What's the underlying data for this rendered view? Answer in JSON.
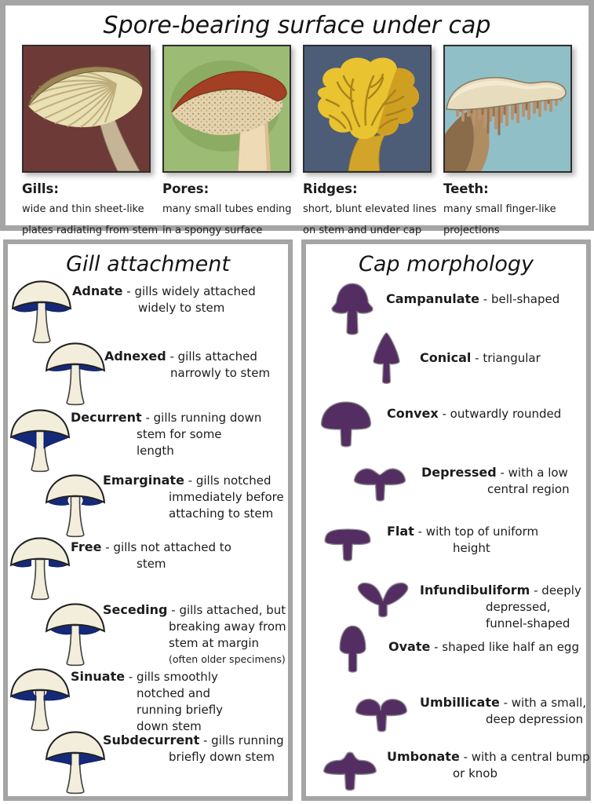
{
  "top_panel": {
    "title": "Spore-bearing surface under cap",
    "items": [
      {
        "term": "Gills:",
        "desc": "wide and thin sheet-like\nplates radiating from stem"
      },
      {
        "term": "Pores:",
        "desc": "many small tubes ending\nin a spongy surface"
      },
      {
        "term": "Ridges:",
        "desc": "short, blunt elevated lines\non stem and under cap"
      },
      {
        "term": "Teeth:",
        "desc": "many small finger-like\nprojections"
      }
    ]
  },
  "gill_attachment": {
    "title": "Gill attachment",
    "items": [
      {
        "term": "Adnate",
        "desc": " - gills widely attached\nwidely to stem"
      },
      {
        "term": "Adnexed",
        "desc": " - gills attached\nnarrowly to stem"
      },
      {
        "term": "Decurrent",
        "desc": " - gills running down\nstem for some\nlength"
      },
      {
        "term": "Emarginate",
        "desc": " - gills notched\nimmediately before\nattaching to stem"
      },
      {
        "term": "Free",
        "desc": " - gills not attached to\nstem"
      },
      {
        "term": "Seceding",
        "desc": " - gills attached, but\nbreaking away from\nstem at margin",
        "note": "(often older specimens)"
      },
      {
        "term": "Sinuate",
        "desc": " - gills smoothly\nnotched and\nrunning briefly\ndown stem"
      },
      {
        "term": "Subdecurrent",
        "desc": " - gills running\nbriefly down stem"
      }
    ]
  },
  "cap_morphology": {
    "title": "Cap morphology",
    "items": [
      {
        "term": "Campanulate",
        "desc": " - bell-shaped"
      },
      {
        "term": "Conical",
        "desc": " - triangular"
      },
      {
        "term": "Convex",
        "desc": " - outwardly rounded"
      },
      {
        "term": "Depressed",
        "desc": " - with a low\ncentral region"
      },
      {
        "term": "Flat",
        "desc": " - with top of uniform\nheight"
      },
      {
        "term": "Infundibuliform",
        "desc": " - deeply\ndepressed,\nfunnel-shaped"
      },
      {
        "term": "Ovate",
        "desc": " - shaped like half an egg"
      },
      {
        "term": "Umbillicate",
        "desc": " - with a small,\ndeep depression"
      },
      {
        "term": "Umbonate",
        "desc": " - with a central bump\nor knob"
      }
    ]
  },
  "colors": {
    "panel_border": "#a5a5a5",
    "gill_blue": "#15297b",
    "mushroom_cream": "#f3eedb",
    "cap_purple": "#542e63",
    "photo_bg_gills": "#6e3a38",
    "photo_bg_pores": "#9cbb75",
    "photo_bg_ridges": "#4d5d78",
    "photo_bg_teeth": "#90bfc7"
  }
}
